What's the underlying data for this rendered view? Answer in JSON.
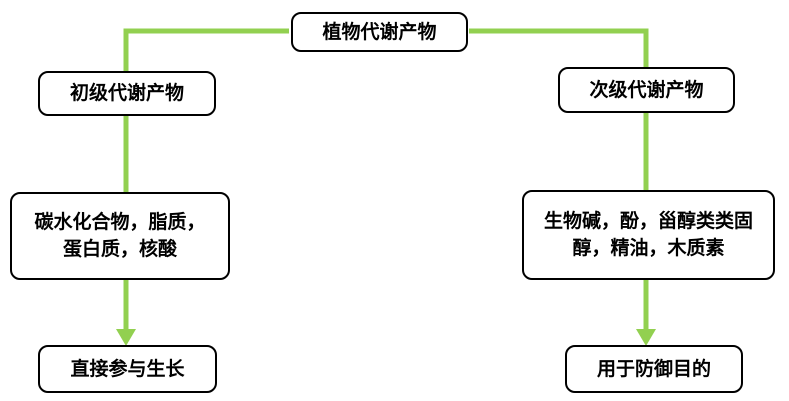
{
  "nodes": {
    "root": {
      "label": "植物代谢产物"
    },
    "primary": {
      "label": "初级代谢产物"
    },
    "primary_components": {
      "label": "碳水化合物，脂质，蛋白质，核酸",
      "line1": "碳水化合物，脂质，",
      "line2": "蛋白质，核酸"
    },
    "primary_role": {
      "label": "直接参与生长"
    },
    "secondary": {
      "label": "次级代谢产物"
    },
    "secondary_components": {
      "label": "生物碱，酚，甾醇类类固醇，精油，木质素",
      "line1": "生物碱，酚，甾醇类类固",
      "line2": "醇，精油，木质素"
    },
    "secondary_role": {
      "label": "用于防御目的"
    }
  },
  "colors": {
    "connector": "#92d050",
    "node_border": "#000000",
    "node_fill": "#ffffff",
    "text": "#000000",
    "background": "#ffffff"
  }
}
